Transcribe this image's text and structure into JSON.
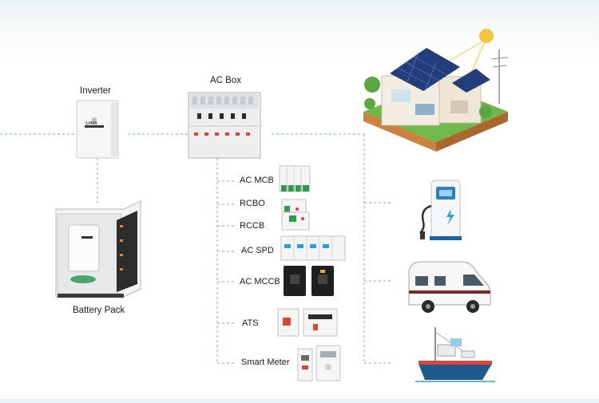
{
  "nodes": {
    "inverter": {
      "label": "Inverter",
      "brand": "LVMA"
    },
    "ac_box": {
      "label": "AC Box"
    },
    "battery": {
      "label": "Battery Pack"
    }
  },
  "components": [
    {
      "key": "ac_mcb",
      "label": "AC MCB"
    },
    {
      "key": "rcbo",
      "label": "RCBO"
    },
    {
      "key": "rccb",
      "label": "RCCB"
    },
    {
      "key": "ac_spd",
      "label": "AC SPD"
    },
    {
      "key": "ac_mccb",
      "label": "AC MCCB"
    },
    {
      "key": "ats",
      "label": "ATS"
    },
    {
      "key": "smart_meter",
      "label": "Smart Meter"
    }
  ],
  "loads": [
    {
      "key": "solar_house",
      "icon": "solar-house-icon"
    },
    {
      "key": "ev_charger",
      "icon": "ev-charger-icon"
    },
    {
      "key": "camper_van",
      "icon": "camper-van-icon"
    },
    {
      "key": "boat",
      "icon": "boat-icon"
    }
  ],
  "colors": {
    "connector": "#7ab0a6",
    "accent": "#2e9bd6"
  }
}
